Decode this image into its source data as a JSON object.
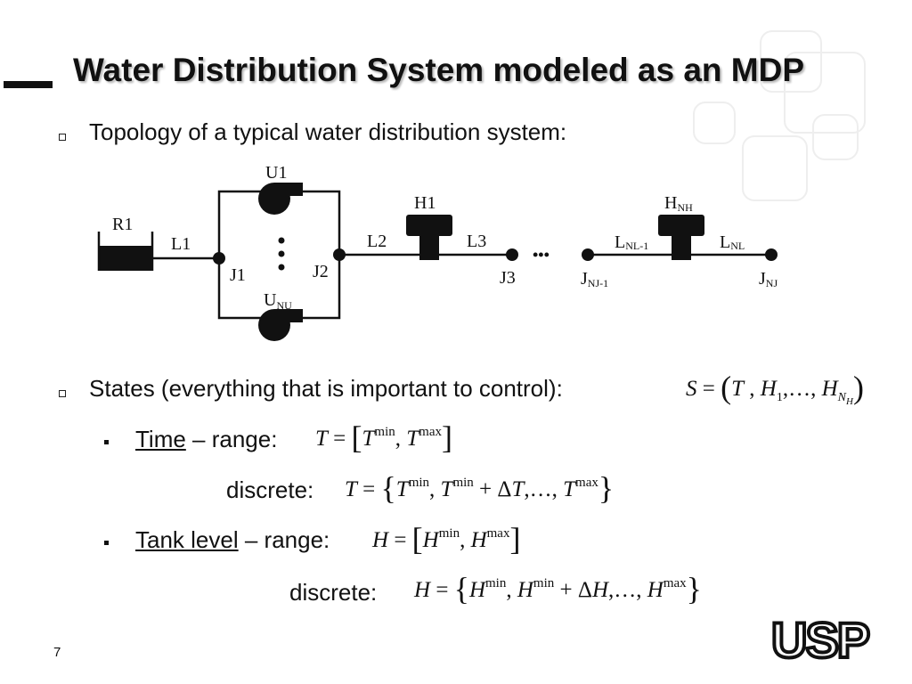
{
  "slide": {
    "title": "Water Distribution System modeled as an MDP",
    "slide_number": "7",
    "logo_text": "USP"
  },
  "bullets": {
    "topology": "Topology of a typical water distribution system:",
    "states": "States (everything that is important to control):",
    "time_label": "Time",
    "range_text": " – range:",
    "discrete_text": "discrete:",
    "tank_label": "Tank level"
  },
  "diagram": {
    "labels": {
      "reservoir": "R1",
      "link1": "L1",
      "pump_top": "U1",
      "pump_bottom": "U",
      "pump_bottom_sub": "N",
      "pump_bottom_subsub": "U",
      "junction1": "J1",
      "junction2": "J2",
      "link2": "L2",
      "tank1": "H1",
      "link3": "L3",
      "junction3": "J3",
      "ellipsis": "•••",
      "junction_prev": "J",
      "junction_prev_sub": "N",
      "junction_prev_subsub": "J",
      "junction_prev_suffix": "-1",
      "link_prev": "L",
      "link_prev_sub": "N",
      "link_prev_subsub": "L",
      "link_prev_suffix": "-1",
      "tank_last": "H",
      "tank_last_sub": "N",
      "tank_last_subsub": "H",
      "link_last": "L",
      "link_last_sub": "N",
      "link_last_subsub": "L",
      "junction_last": "J",
      "junction_last_sub": "N",
      "junction_last_subsub": "J"
    }
  }
}
